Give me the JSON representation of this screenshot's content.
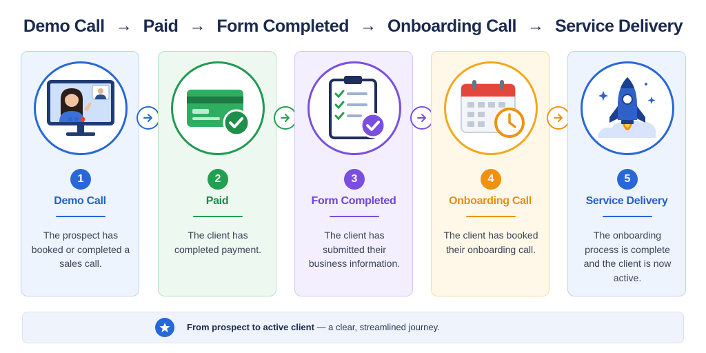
{
  "header": {
    "steps": [
      "Demo Call",
      "Paid",
      "Form Completed",
      "Onboarding Call",
      "Service Delivery"
    ],
    "arrow": "→"
  },
  "cards": [
    {
      "number": "1",
      "title": "Demo Call",
      "description": "The prospect has booked or completed a sales call.",
      "icon": "video-call-monitor-icon",
      "color": "#2867d8"
    },
    {
      "number": "2",
      "title": "Paid",
      "description": "The client has completed payment.",
      "icon": "credit-card-check-icon",
      "color": "#22a04f"
    },
    {
      "number": "3",
      "title": "Form Completed",
      "description": "The client has submitted their business information.",
      "icon": "clipboard-checklist-icon",
      "color": "#7a4fe0"
    },
    {
      "number": "4",
      "title": "Onboarding Call",
      "description": "The client has booked their onboarding call.",
      "icon": "calendar-clock-icon",
      "color": "#f0920f"
    },
    {
      "number": "5",
      "title": "Service Delivery",
      "description": "The onboarding process is complete and the client is now active.",
      "icon": "rocket-icon",
      "color": "#2867d8"
    }
  ],
  "footer": {
    "bold": "From prospect to active client",
    "rest": " — a clear, streamlined journey.",
    "icon": "star-icon"
  }
}
